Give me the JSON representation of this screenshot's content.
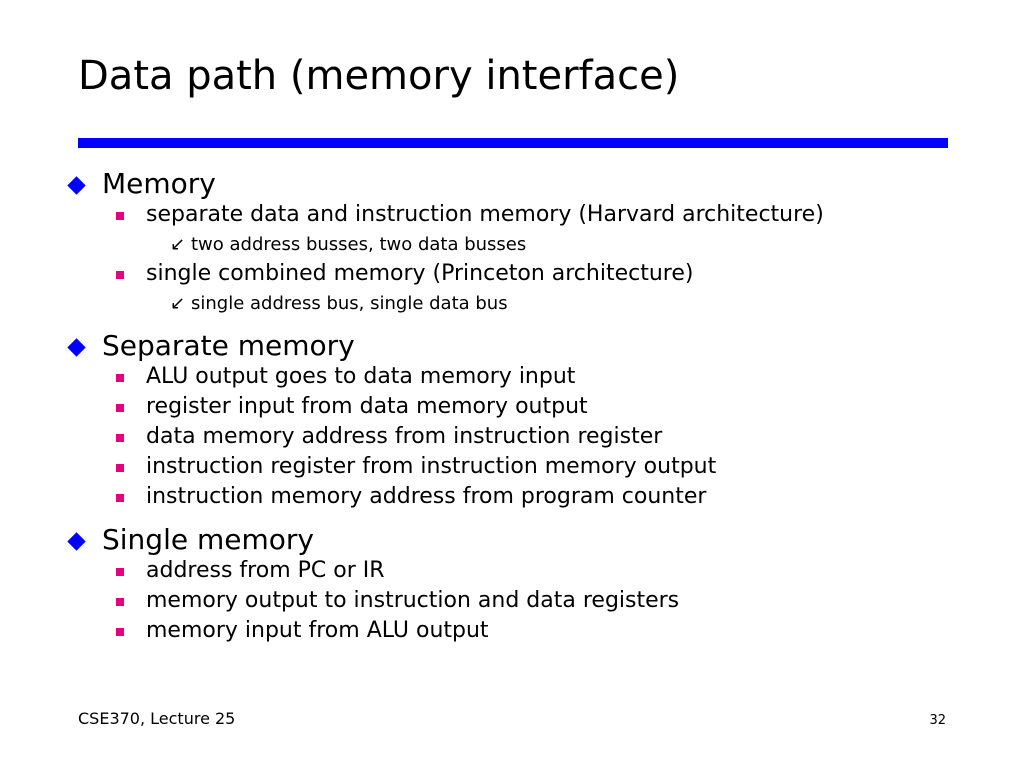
{
  "slide": {
    "title": "Data path (memory interface)",
    "accent_color": "#0000ff",
    "sub_bullet_color": "#e60082",
    "sections": [
      {
        "heading": "Memory",
        "items": [
          {
            "text": "separate data and instruction memory (Harvard architecture)",
            "details": [
              "two address busses, two data busses"
            ]
          },
          {
            "text": "single combined memory (Princeton architecture)",
            "details": [
              "single address bus, single data bus"
            ]
          }
        ]
      },
      {
        "heading": "Separate memory",
        "items": [
          {
            "text": "ALU output goes to data memory input"
          },
          {
            "text": "register input from data memory output"
          },
          {
            "text": "data memory address from instruction register"
          },
          {
            "text": "instruction register from instruction memory output"
          },
          {
            "text": "instruction memory address from program counter"
          }
        ]
      },
      {
        "heading": "Single memory",
        "items": [
          {
            "text": "address from PC or IR"
          },
          {
            "text": "memory output to instruction and data registers"
          },
          {
            "text": "memory input from ALU output"
          }
        ]
      }
    ]
  },
  "footer": {
    "course": "CSE370, Lecture 25",
    "page_number": "32"
  }
}
